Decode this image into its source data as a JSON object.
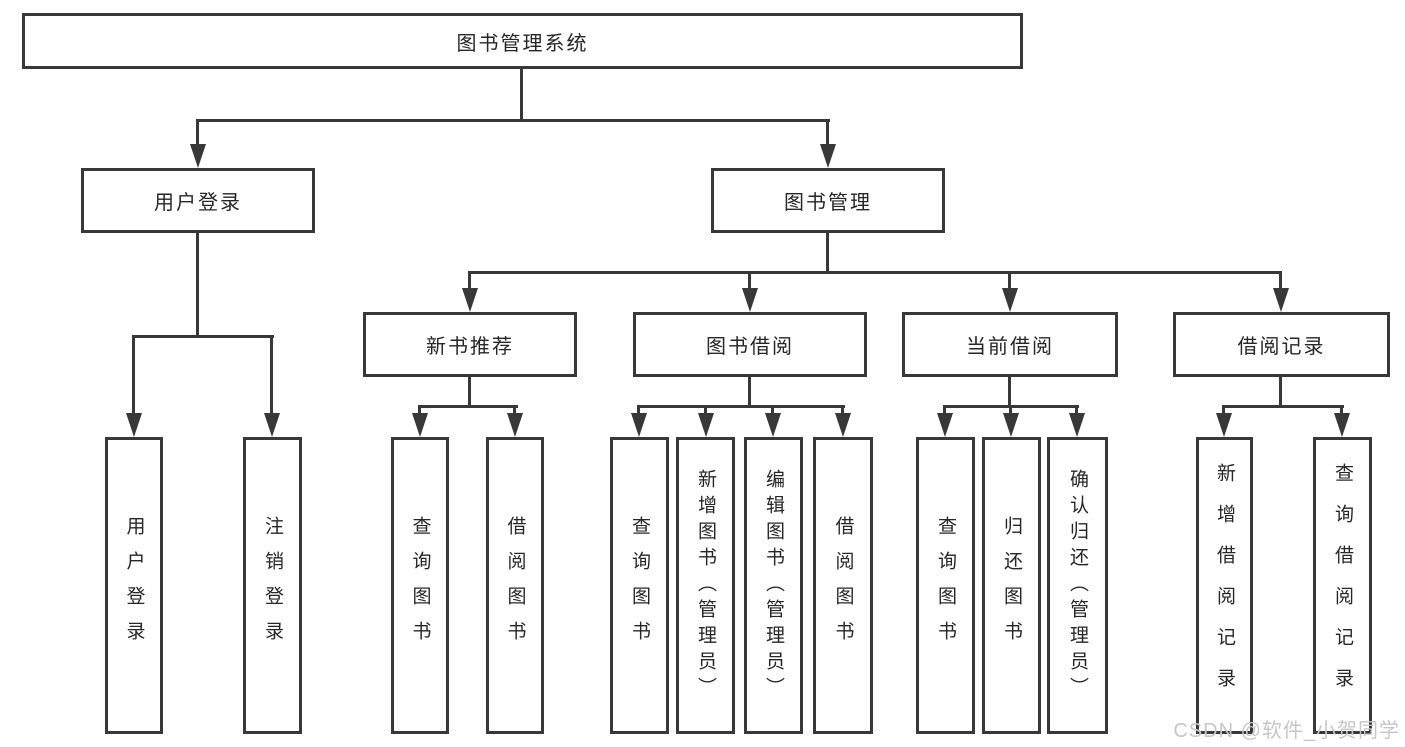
{
  "tree": {
    "root": "图书管理系统",
    "login": {
      "label": "用户登录",
      "children": [
        "用户登录",
        "注销登录"
      ]
    },
    "manage": {
      "label": "图书管理",
      "groups": [
        {
          "label": "新书推荐",
          "children": [
            "查询图书",
            "借阅图书"
          ]
        },
        {
          "label": "图书借阅",
          "children": [
            "查询图书",
            "新增图书（管理员）",
            "编辑图书（管理员）",
            "借阅图书"
          ]
        },
        {
          "label": "当前借阅",
          "children": [
            "查询图书",
            "归还图书",
            "确认归还（管理员）"
          ]
        },
        {
          "label": "借阅记录",
          "children": [
            "新增借阅记录",
            "查询借阅记录"
          ]
        }
      ]
    }
  },
  "watermark": "CSDN @软件_小贺同学",
  "colors": {
    "line": "#383838",
    "text": "#262626",
    "background": "#ffffff",
    "watermark": "#c6c6c6"
  }
}
